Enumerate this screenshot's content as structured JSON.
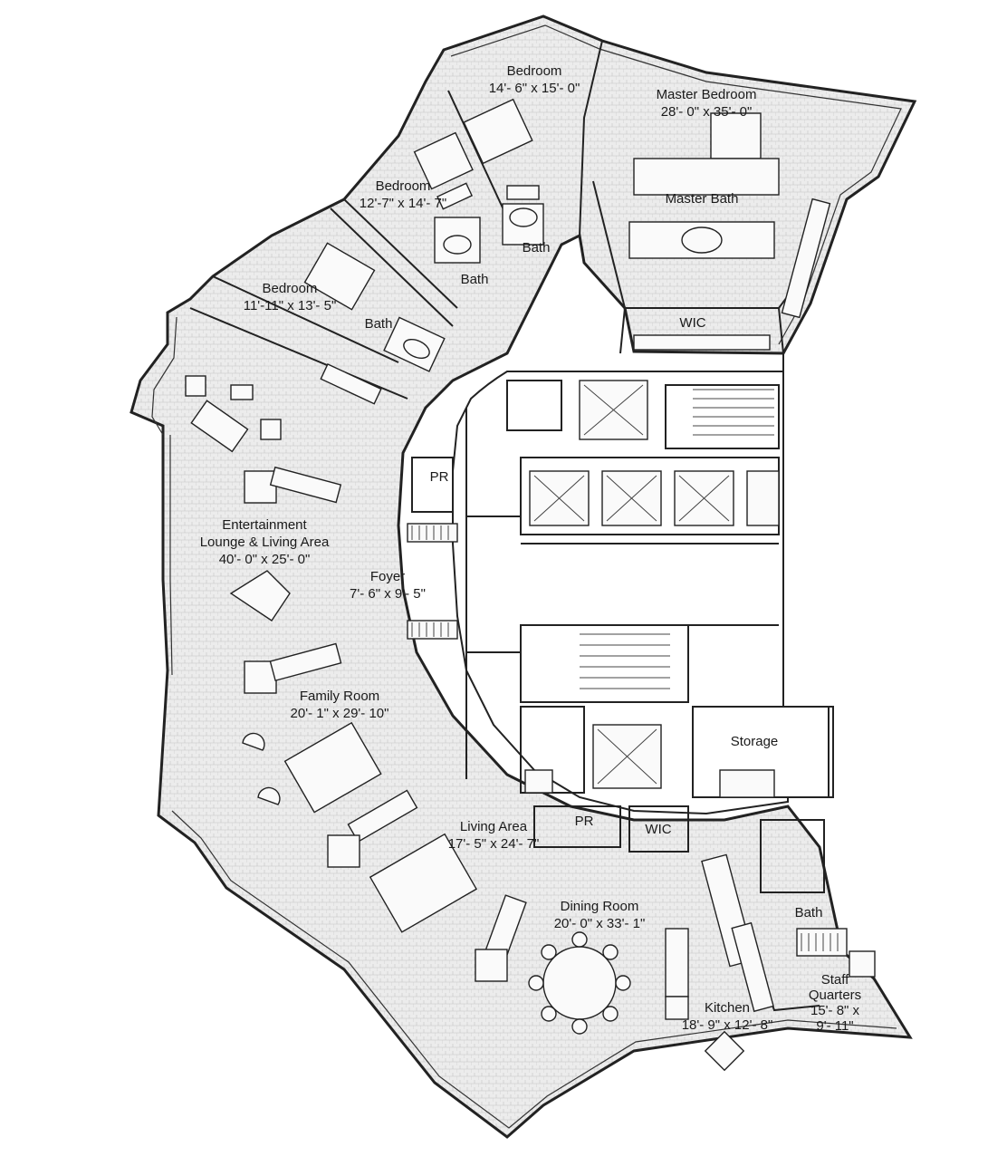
{
  "rooms": {
    "bedroom_top": {
      "name": "Bedroom",
      "dims": "14'- 6\" x 15'- 0\""
    },
    "master_bedroom": {
      "name": "Master Bedroom",
      "dims": "28'- 0\" x 35'- 0\""
    },
    "bedroom_mid": {
      "name": "Bedroom",
      "dims": "12'-7\" x 14'- 7\""
    },
    "master_bath": {
      "name": "Master Bath"
    },
    "bath_a": {
      "name": "Bath"
    },
    "bath_b": {
      "name": "Bath"
    },
    "bedroom_left": {
      "name": "Bedroom",
      "dims": "11'-11\" x 13'- 5\""
    },
    "bath_c": {
      "name": "Bath"
    },
    "wic_top": {
      "name": "WIC"
    },
    "pr_top": {
      "name": "PR"
    },
    "entertainment": {
      "name": "Entertainment",
      "name2": "Lounge & Living Area",
      "dims": "40'- 0\" x 25'- 0\""
    },
    "foyer": {
      "name": "Foyer",
      "dims": "7'- 6\" x 9'- 5\""
    },
    "family_room": {
      "name": "Family Room",
      "dims": "20'- 1\" x 29'- 10\""
    },
    "storage": {
      "name": "Storage"
    },
    "pr_bottom": {
      "name": "PR"
    },
    "wic_bottom": {
      "name": "WIC"
    },
    "living_area": {
      "name": "Living Area",
      "dims": "17'- 5\" x 24'- 7\""
    },
    "dining_room": {
      "name": "Dining Room",
      "dims": "20'- 0\" x 33'- 1\""
    },
    "bath_staff": {
      "name": "Bath"
    },
    "kitchen": {
      "name": "Kitchen",
      "dims": "18'- 9\" x 12'- 8\""
    },
    "staff_quarters": {
      "name": "Staff",
      "name2": "Quarters",
      "dims": "15'- 8\" x",
      "dims2": "9'- 11\""
    }
  }
}
